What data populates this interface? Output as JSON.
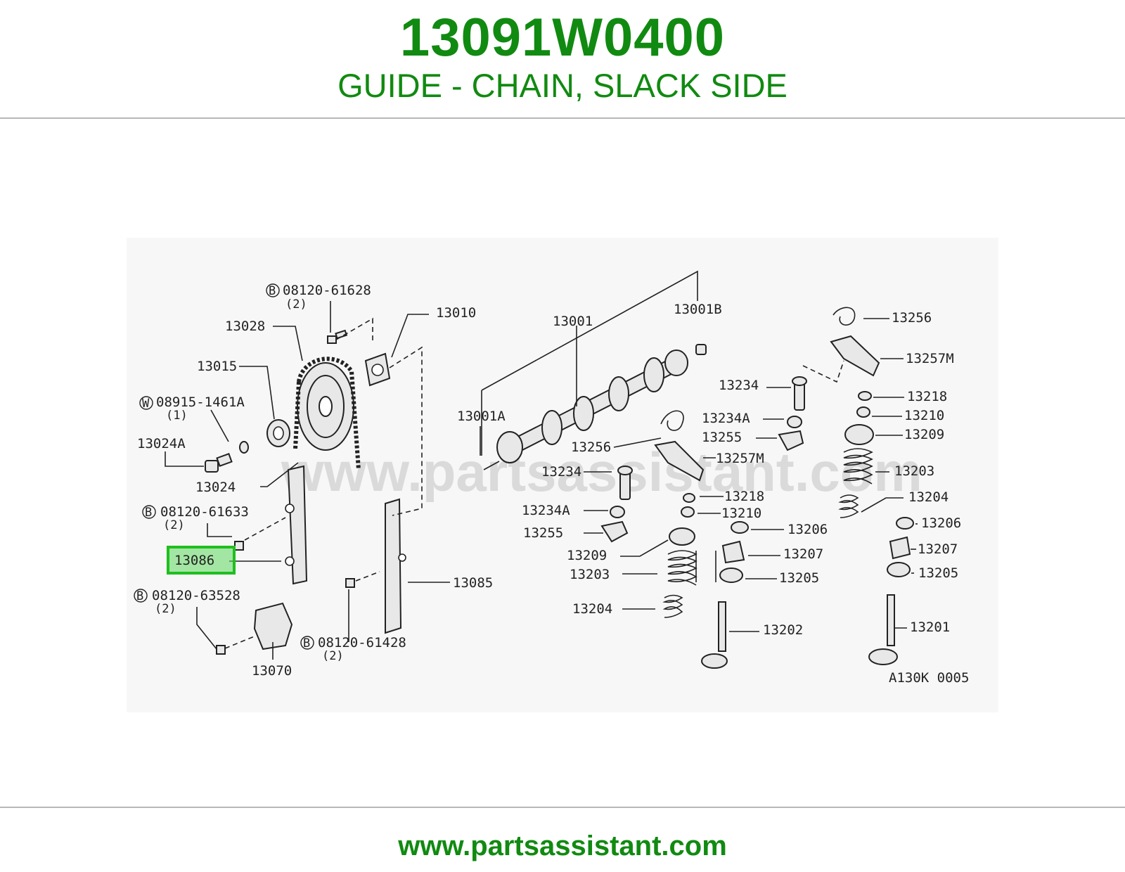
{
  "header": {
    "part_number": "13091W0400",
    "part_name": "GUIDE - CHAIN, SLACK SIDE"
  },
  "diagram": {
    "watermark": "www.partsassistant.com",
    "figure_code": "A130K 0005",
    "highlighted_callout": "13086",
    "callouts": {
      "c08120_61628": "08120-61628",
      "q08120_61628": "(2)",
      "c13028": "13028",
      "c13010": "13010",
      "c13001": "13001",
      "c13001b": "13001B",
      "c13015": "13015",
      "c08915_1461a": "08915-1461A",
      "q08915_1461a": "(1)",
      "c13024a": "13024A",
      "c13001a": "13001A",
      "c13024": "13024",
      "c08120_61633": "08120-61633",
      "q08120_61633": "(2)",
      "c13086": "13086",
      "c08120_63528": "08120-63528",
      "q08120_63528": "(2)",
      "c13070": "13070",
      "c13085": "13085",
      "c08120_61428": "08120-61428",
      "q08120_61428": "(2)",
      "c13256_l": "13256",
      "c13257m_l": "13257M",
      "c13234_l": "13234",
      "c13218_l": "13218",
      "c13234a_l": "13234A",
      "c13210_l": "13210",
      "c13255_l": "13255",
      "c13206_l": "13206",
      "c13209_l": "13209",
      "c13207_l": "13207",
      "c13203_l": "13203",
      "c13205_l": "13205",
      "c13204_l": "13204",
      "c13202": "13202",
      "c13256_r": "13256",
      "c13257m_r": "13257M",
      "c13234_r": "13234",
      "c13218_r": "13218",
      "c13234a_r": "13234A",
      "c13210_r": "13210",
      "c13255_r": "13255",
      "c13209_r": "13209",
      "c13203_r": "13203",
      "c13204_r": "13204",
      "c13206_r": "13206",
      "c13207_r": "13207",
      "c13205_r": "13205",
      "c13201": "13201"
    },
    "markers": {
      "bolt": "B",
      "washer": "W"
    }
  },
  "footer": {
    "url": "www.partsassistant.com"
  }
}
